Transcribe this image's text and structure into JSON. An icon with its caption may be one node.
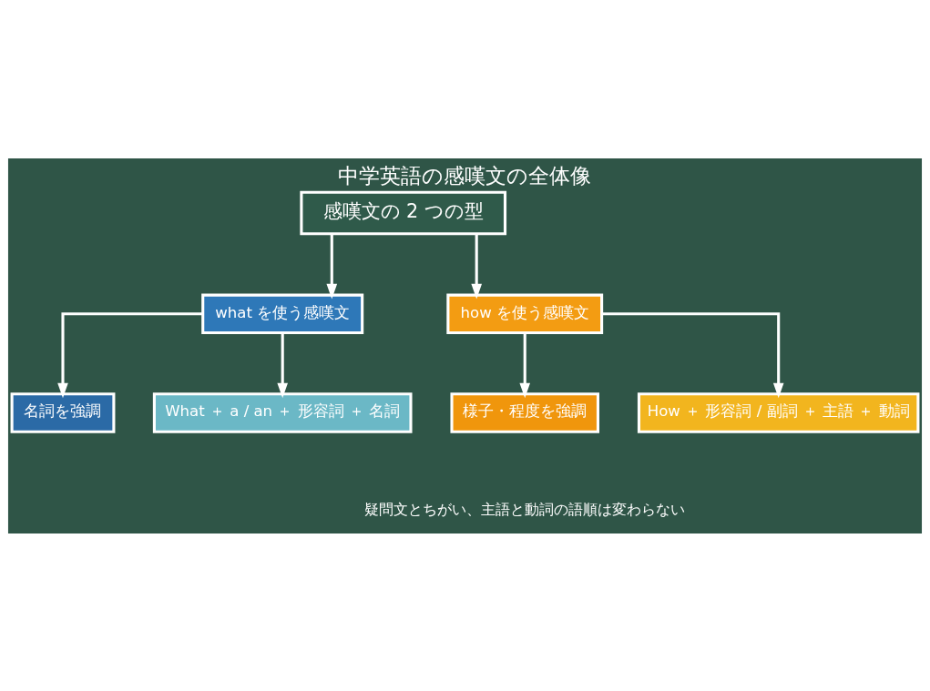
{
  "diagram": {
    "title": "中学英語の感嘆文の全体像",
    "caption": "疑問文とちがい、主語と動詞の語順は変わらない",
    "nodes": [
      {
        "text": [
          "感嘆文の 2 つの型"
        ]
      },
      {
        "text": [
          "what を使う感嘆文"
        ]
      },
      {
        "text": [
          "how を使う感嘆文"
        ]
      },
      {
        "text": [
          "名詞を強調"
        ]
      },
      {
        "text": [
          "What ＋ a / an ＋ 形容詞 ＋ 名詞"
        ]
      },
      {
        "text": [
          "様子・程度を強調"
        ]
      },
      {
        "text": [
          "How ＋ 形容詞 / 副詞 ＋ 主語 ＋ 動詞"
        ]
      }
    ],
    "edges": [
      {
        "from": 0,
        "to": 1,
        "arrow": "to"
      },
      {
        "from": 0,
        "to": 2,
        "arrow": "to"
      },
      {
        "from": 1,
        "to": 3,
        "arrow": "to"
      },
      {
        "from": 1,
        "to": 4,
        "arrow": "to"
      },
      {
        "from": 2,
        "to": 5,
        "arrow": "to"
      },
      {
        "from": 2,
        "to": 6,
        "arrow": "to"
      }
    ]
  }
}
